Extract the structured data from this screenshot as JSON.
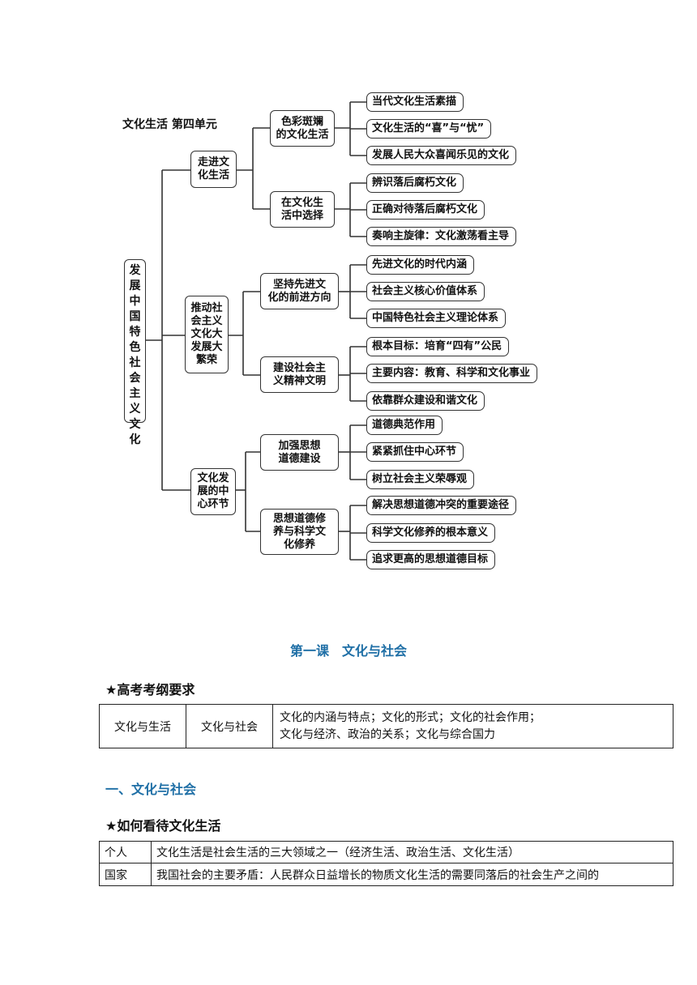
{
  "mindmap": {
    "title": "文化生活 第四单元",
    "root": "发展中国特色社会主义文化",
    "branches": [
      {
        "label": "走进文\n化生活",
        "subs": [
          {
            "label": "色彩斑斓\n的文化生活",
            "leaves": [
              "当代文化生活素描",
              "文化生活的“喜”与“忧”",
              "发展人民大众喜闻乐见的文化"
            ]
          },
          {
            "label": "在文化生\n活中选择",
            "leaves": [
              "辨识落后腐朽文化",
              "正确对待落后腐朽文化",
              "奏响主旋律：文化激荡看主导"
            ]
          }
        ]
      },
      {
        "label": "推动社\n会主义\n文化大\n发展大\n繁荣",
        "subs": [
          {
            "label": "坚持先进文\n化的前进方向",
            "leaves": [
              "先进文化的时代内涵",
              "社会主义核心价值体系",
              "中国特色社会主义理论体系"
            ]
          },
          {
            "label": "建设社会主\n义精神文明",
            "leaves": [
              "根本目标：培育“四有”公民",
              "主要内容：教育、科学和文化事业",
              "依靠群众建设和谐文化"
            ]
          }
        ]
      },
      {
        "label": "文化发\n展的中\n心环节",
        "subs": [
          {
            "label": "加强思想\n道德建设",
            "leaves": [
              "道德典范作用",
              "紧紧抓住中心环节",
              "树立社会主义荣辱观"
            ]
          },
          {
            "label": "思想道德修\n养与科学文\n化修养",
            "leaves": [
              "解决思想道德冲突的重要途径",
              "科学文化修养的根本意义",
              "追求更高的思想道德目标"
            ]
          }
        ]
      }
    ]
  },
  "lesson_title": "第一课　文化与社会",
  "exam_heading": "★高考考纲要求",
  "exam_table": {
    "col1": "文化与生活",
    "col2": "文化与社会",
    "col3_line1": "文化的内涵与特点；文化的形式；文化的社会作用；",
    "col3_line2": "文化与经济、政治的关系；文化与综合国力"
  },
  "section1_heading": "一、文化与社会",
  "view_heading": "★如何看待文化生活",
  "view_table": {
    "rows": [
      {
        "k": "个人",
        "v": "文化生活是社会生活的三大领域之一（经济生活、政治生活、文化生活）"
      },
      {
        "k": "国家",
        "v": "我国社会的主要矛盾：人民群众日益增长的物质文化生活的需要同落后的社会生产之间的"
      }
    ]
  },
  "colors": {
    "accent": "#1f6fa6",
    "border": "#333333"
  }
}
